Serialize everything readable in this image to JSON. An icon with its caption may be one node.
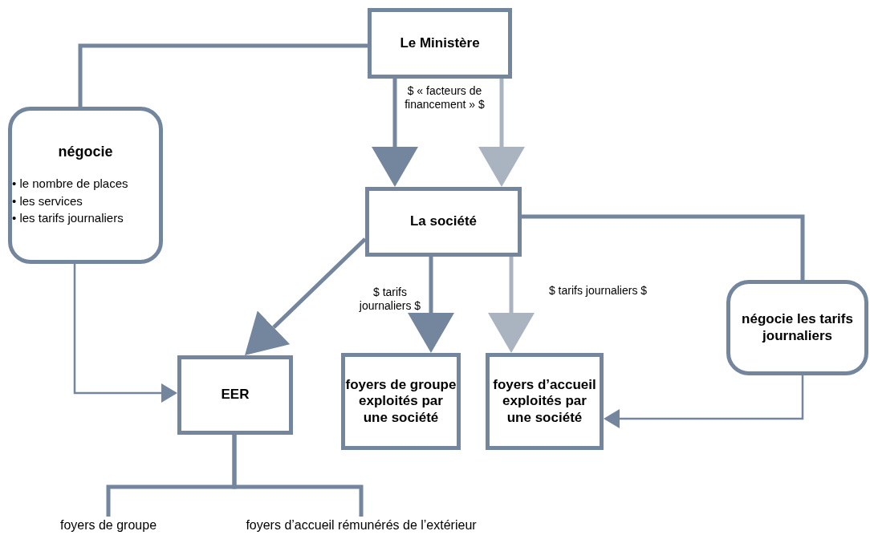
{
  "diagram": {
    "nodes": [
      {
        "text": [
          "Le Ministère"
        ]
      },
      {
        "text": [
          "négocie",
          "• le nombre de places",
          "• les services",
          "• les tarifs journaliers"
        ]
      },
      {
        "text": [
          "La société"
        ]
      },
      {
        "text": [
          "négocie les tarifs journaliers"
        ]
      },
      {
        "text": [
          "EER"
        ]
      },
      {
        "text": [
          "foyers de groupe exploités par une société"
        ]
      },
      {
        "text": [
          "foyers d’accueil exploités par une société"
        ]
      },
      {
        "text": [
          "foyers de groupe"
        ]
      },
      {
        "text": [
          "foyers d’accueil rémunérés de l’extérieur"
        ]
      }
    ],
    "edges": [
      {
        "from": 0,
        "to": 1,
        "arrow": "none"
      },
      {
        "from": 0,
        "to": 2,
        "arrow": "to",
        "label": "$ « facteurs de financement » $"
      },
      {
        "from": 0,
        "to": 2,
        "arrow": "to",
        "color": "#aab4c1"
      },
      {
        "from": 1,
        "to": 4,
        "arrow": "to"
      },
      {
        "from": 2,
        "to": 3,
        "arrow": "none"
      },
      {
        "from": 2,
        "to": 4,
        "arrow": "to"
      },
      {
        "from": 2,
        "to": 5,
        "arrow": "to",
        "label": "$ tarifs journaliers $"
      },
      {
        "from": 2,
        "to": 6,
        "arrow": "to",
        "color": "#aab4c1",
        "label": "$ tarifs journaliers $"
      },
      {
        "from": 3,
        "to": 6,
        "arrow": "to"
      },
      {
        "from": 4,
        "to": 7,
        "arrow": "none"
      },
      {
        "from": 4,
        "to": 8,
        "arrow": "none"
      }
    ]
  }
}
